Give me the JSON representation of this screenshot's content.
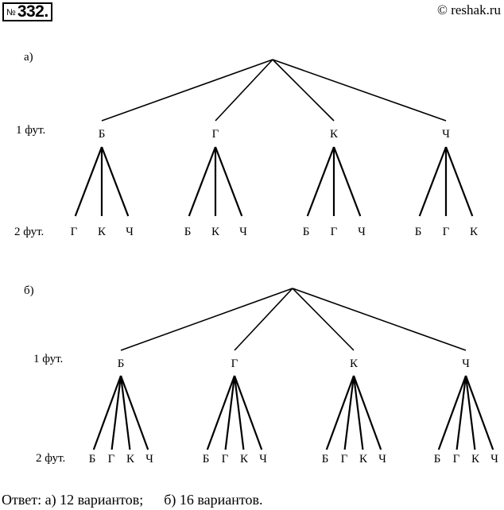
{
  "problem": {
    "prefix": "№",
    "number": "332."
  },
  "watermark": "© reshak.ru",
  "trees": [
    {
      "label": "а)",
      "level1_label": "1 фут.",
      "level2_label": "2 фут.",
      "nodes": [
        {
          "label": "Б",
          "children": [
            "Г",
            "К",
            "Ч"
          ]
        },
        {
          "label": "Г",
          "children": [
            "Б",
            "К",
            "Ч"
          ]
        },
        {
          "label": "К",
          "children": [
            "Б",
            "Г",
            "Ч"
          ]
        },
        {
          "label": "Ч",
          "children": [
            "Б",
            "Г",
            "К"
          ]
        }
      ]
    },
    {
      "label": "б)",
      "level1_label": "1 фут.",
      "level2_label": "2 фут.",
      "nodes": [
        {
          "label": "Б",
          "children": [
            "Б",
            "Г",
            "К",
            "Ч"
          ]
        },
        {
          "label": "Г",
          "children": [
            "Б",
            "Г",
            "К",
            "Ч"
          ]
        },
        {
          "label": "К",
          "children": [
            "Б",
            "Г",
            "К",
            "Ч"
          ]
        },
        {
          "label": "Ч",
          "children": [
            "Б",
            "Г",
            "К",
            "Ч"
          ]
        }
      ]
    }
  ],
  "answer": {
    "text_a": "Ответ: а) 12 вариантов;",
    "text_b": "б) 16 вариантов."
  }
}
